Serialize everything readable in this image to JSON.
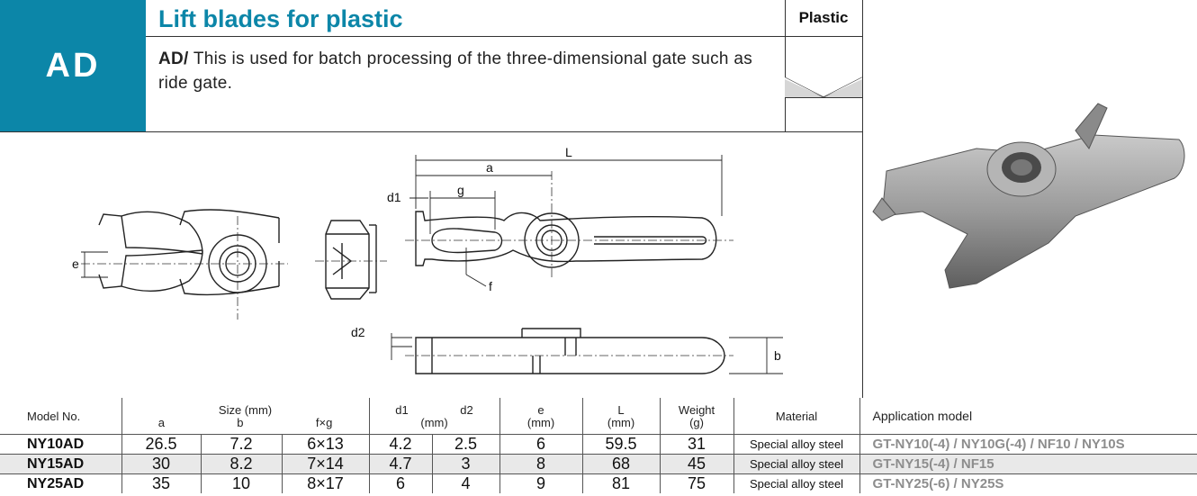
{
  "header": {
    "code": "AD",
    "title": "Lift blades for plastic",
    "material_tag": "Plastic",
    "desc_prefix": "AD/",
    "desc_text": " This is used for batch processing of the three-dimensional gate such as ride gate."
  },
  "drawing": {
    "labels": {
      "L": "L",
      "a": "a",
      "g": "g",
      "d1": "d1",
      "e": "e",
      "f": "f",
      "d2": "d2",
      "b": "b"
    }
  },
  "table": {
    "headers": {
      "model": "Model No.",
      "size": "Size (mm)",
      "a": "a",
      "b": "b",
      "fxg": "f×g",
      "d1": "d1",
      "d2": "d2",
      "mm": "(mm)",
      "e": "e",
      "e_unit": "(mm)",
      "L": "L",
      "L_unit": "(mm)",
      "weight": "Weight",
      "weight_unit": "(g)",
      "material": "Material",
      "application": "Application model"
    },
    "rows": [
      {
        "model": "NY10AD",
        "a": "26.5",
        "b": "7.2",
        "fxg": "6×13",
        "d1": "4.2",
        "d2": "2.5",
        "e": "6",
        "L": "59.5",
        "weight": "31",
        "material": "Special alloy steel",
        "application": "GT-NY10(-4) / NY10G(-4) / NF10 / NY10S"
      },
      {
        "model": "NY15AD",
        "a": "30",
        "b": "8.2",
        "fxg": "7×14",
        "d1": "4.7",
        "d2": "3",
        "e": "8",
        "L": "68",
        "weight": "45",
        "material": "Special alloy steel",
        "application": "GT-NY15(-4) / NF15"
      },
      {
        "model": "NY25AD",
        "a": "35",
        "b": "10",
        "fxg": "8×17",
        "d1": "6",
        "d2": "4",
        "e": "9",
        "L": "81",
        "weight": "75",
        "material": "Special alloy steel",
        "application": "GT-NY25(-6) / NY25S"
      }
    ]
  }
}
